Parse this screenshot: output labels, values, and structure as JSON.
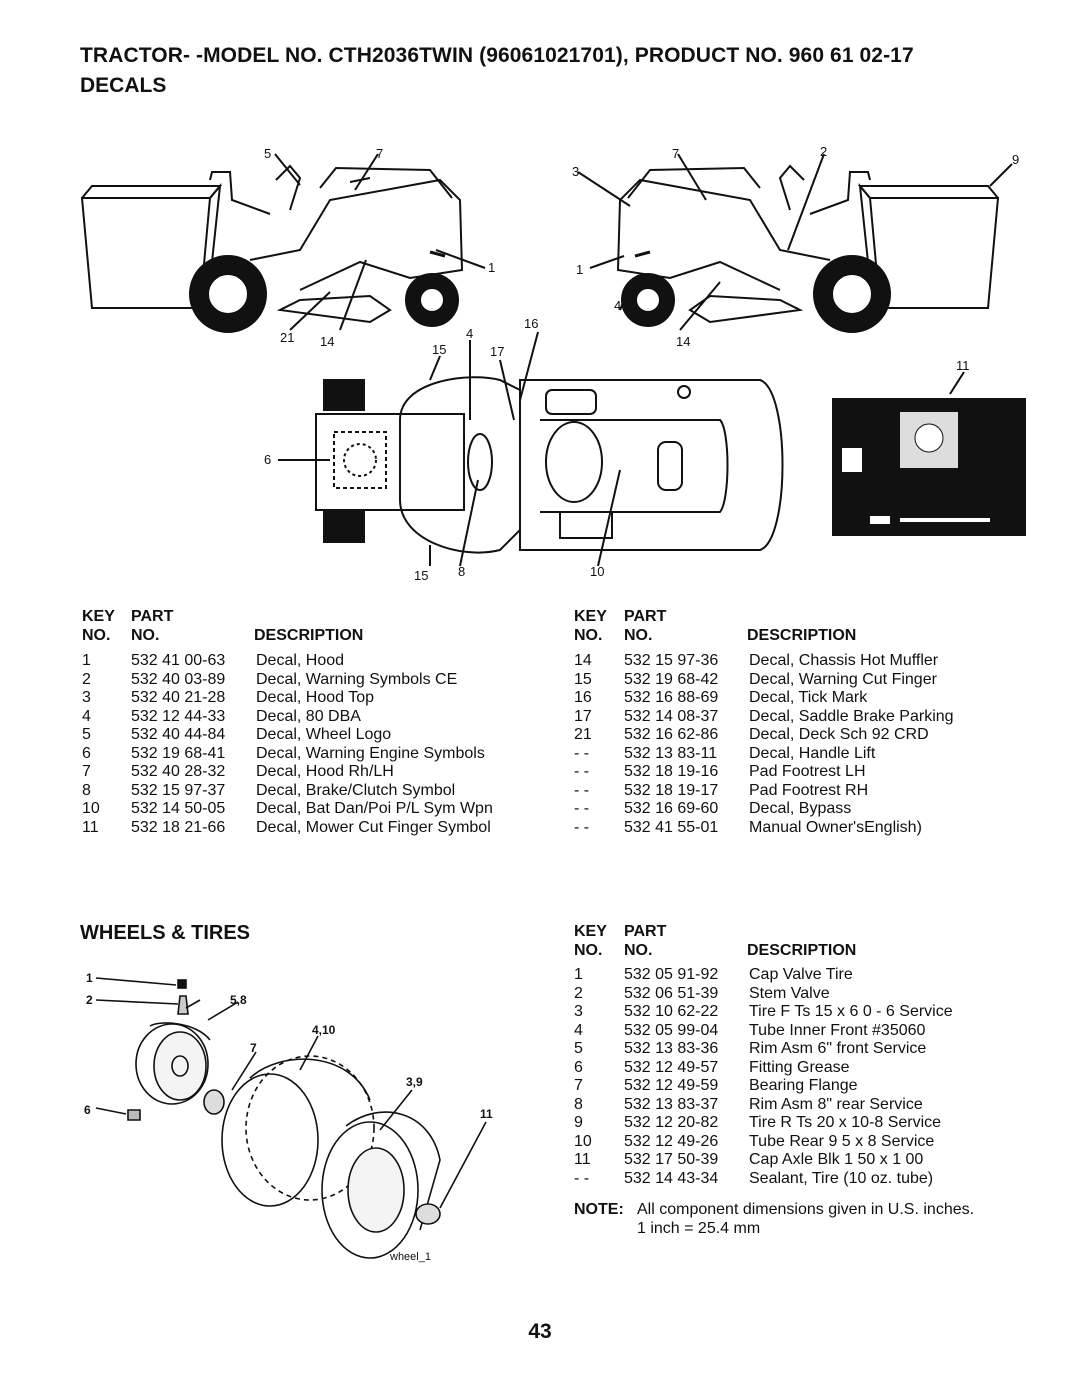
{
  "header": {
    "title": "TRACTOR- -MODEL NO. CTH2036TWIN (96061021701), PRODUCT NO. 960 61 02-17",
    "subtitle": "DECALS"
  },
  "table_headers": {
    "key": "KEY",
    "part": "PART",
    "no1": "NO.",
    "no2": "NO.",
    "description": "DESCRIPTION"
  },
  "decals_left": [
    {
      "key": "1",
      "part": "532 41 00-63",
      "desc": "Decal, Hood"
    },
    {
      "key": "2",
      "part": "532 40 03-89",
      "desc": "Decal, Warning Symbols CE"
    },
    {
      "key": "3",
      "part": "532 40 21-28",
      "desc": "Decal, Hood Top"
    },
    {
      "key": "4",
      "part": "532 12 44-33",
      "desc": "Decal, 80 DBA"
    },
    {
      "key": "5",
      "part": "532 40 44-84",
      "desc": "Decal, Wheel Logo"
    },
    {
      "key": "6",
      "part": "532 19 68-41",
      "desc": "Decal, Warning Engine Symbols"
    },
    {
      "key": "7",
      "part": "532 40 28-32",
      "desc": "Decal, Hood Rh/LH"
    },
    {
      "key": "8",
      "part": "532 15 97-37",
      "desc": "Decal, Brake/Clutch Symbol"
    },
    {
      "key": "10",
      "part": "532 14 50-05",
      "desc": "Decal, Bat Dan/Poi P/L Sym Wpn"
    },
    {
      "key": "11",
      "part": "532 18 21-66",
      "desc": "Decal, Mower Cut Finger Symbol"
    }
  ],
  "decals_right": [
    {
      "key": "14",
      "part": "532 15 97-36",
      "desc": "Decal, Chassis Hot Muffler"
    },
    {
      "key": "15",
      "part": "532 19 68-42",
      "desc": "Decal, Warning Cut Finger"
    },
    {
      "key": "16",
      "part": "532 16 88-69",
      "desc": "Decal, Tick Mark"
    },
    {
      "key": "17",
      "part": "532 14 08-37",
      "desc": "Decal, Saddle Brake Parking"
    },
    {
      "key": "21",
      "part": "532 16 62-86",
      "desc": "Decal, Deck Sch 92 CRD"
    },
    {
      "key": "- -",
      "part": "532 13 83-11",
      "desc": "Decal, Handle Lift"
    },
    {
      "key": "- -",
      "part": "532 18 19-16",
      "desc": "Pad Footrest LH"
    },
    {
      "key": "- -",
      "part": "532 18 19-17",
      "desc": "Pad Footrest RH"
    },
    {
      "key": "- -",
      "part": "532 16 69-60",
      "desc": "Decal, Bypass"
    },
    {
      "key": "- -",
      "part": "532 41 55-01",
      "desc": "Manual Owner'sEnglish)"
    }
  ],
  "wheels_section": {
    "title": "WHEELS & TIRES",
    "rows": [
      {
        "key": "1",
        "part": "532 05 91-92",
        "desc": "Cap Valve Tire"
      },
      {
        "key": "2",
        "part": "532 06 51-39",
        "desc": "Stem Valve"
      },
      {
        "key": "3",
        "part": "532 10 62-22",
        "desc": "Tire F Ts 15 x 6 0 - 6 Service"
      },
      {
        "key": "4",
        "part": "532 05 99-04",
        "desc": "Tube Inner Front #35060"
      },
      {
        "key": "5",
        "part": "532 13 83-36",
        "desc": "Rim Asm 6\" front Service"
      },
      {
        "key": "6",
        "part": "532 12 49-57",
        "desc": "Fitting Grease"
      },
      {
        "key": "7",
        "part": "532 12 49-59",
        "desc": "Bearing Flange"
      },
      {
        "key": "8",
        "part": "532 13 83-37",
        "desc": "Rim Asm 8\" rear Service"
      },
      {
        "key": "9",
        "part": "532 12 20-82",
        "desc": "Tire R Ts 20 x 10-8 Service"
      },
      {
        "key": "10",
        "part": "532 12 49-26",
        "desc": "Tube Rear 9 5 x 8 Service"
      },
      {
        "key": "11",
        "part": "532 17 50-39",
        "desc": "Cap Axle Blk 1 50 x 1 00"
      },
      {
        "key": "- -",
        "part": "532 14 43-34",
        "desc": "Sealant, Tire (10 oz. tube)"
      }
    ],
    "note_label": "NOTE:",
    "note_text": "All component dimensions given in U.S. inches.",
    "note_text2": "1 inch = 25.4 mm"
  },
  "diagram_callouts": {
    "left_side": [
      "5",
      "7",
      "1",
      "21",
      "14"
    ],
    "right_side": [
      "3",
      "7",
      "2",
      "9",
      "1",
      "4",
      "14"
    ],
    "top_view": [
      "16",
      "4",
      "15",
      "17",
      "6",
      "15",
      "8",
      "10"
    ],
    "panel": [
      "11"
    ],
    "wheel": [
      "1",
      "2",
      "5,8",
      "4,10",
      "7",
      "3,9",
      "6",
      "11"
    ],
    "wheel_caption": "wheel_1"
  },
  "page_number": "43"
}
